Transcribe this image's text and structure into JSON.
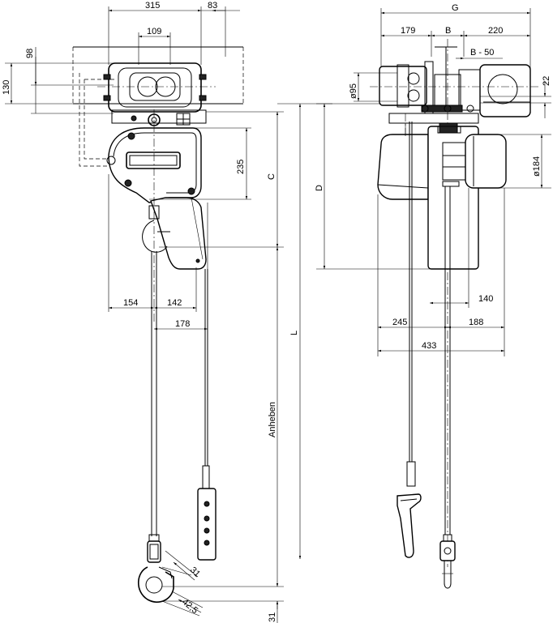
{
  "front_view": {
    "dim_315": "315",
    "dim_83": "83",
    "dim_109": "109",
    "dim_98": "98",
    "dim_130": "130",
    "dim_235": "235",
    "dim_C": "C",
    "dim_154": "154",
    "dim_142": "142",
    "dim_178": "178",
    "dim_L": "L",
    "dim_anheben": "Anheben",
    "dim_31_hook": "31",
    "dim_42_5": "42,5",
    "dim_31_bottom": "31"
  },
  "side_view": {
    "dim_G": "G",
    "dim_179": "179",
    "dim_B": "B",
    "dim_220": "220",
    "dim_B50": "B - 50",
    "dim_phi95": "ø95",
    "dim_22": "22",
    "dim_phi184": "ø184",
    "dim_D": "D",
    "dim_140": "140",
    "dim_245": "245",
    "dim_188": "188",
    "dim_433": "433"
  }
}
